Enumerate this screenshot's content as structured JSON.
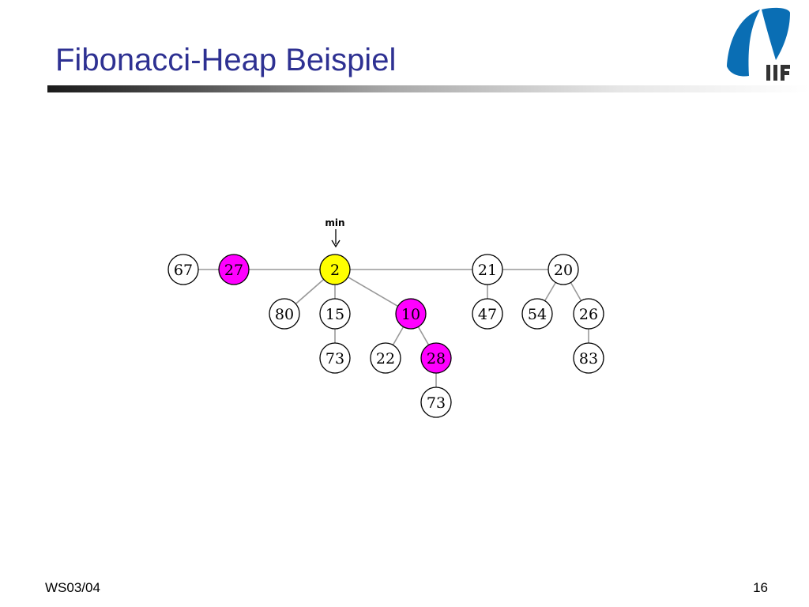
{
  "slide": {
    "title": "Fibonacci-Heap Beispiel",
    "footer_left": "WS03/04",
    "page_number": "16",
    "logo_text": "IIF"
  },
  "colors": {
    "title": "#2e3192",
    "marked": "#ff00ff",
    "min": "#ffff00",
    "normal": "#ffffff",
    "logo_blue": "#0a6eb4"
  },
  "diagram": {
    "min_pointer_label": "min",
    "nodes": [
      {
        "id": "n67",
        "key": "67",
        "state": "normal"
      },
      {
        "id": "n27",
        "key": "27",
        "state": "marked"
      },
      {
        "id": "n2",
        "key": "2",
        "state": "min"
      },
      {
        "id": "n21",
        "key": "21",
        "state": "normal"
      },
      {
        "id": "n20",
        "key": "20",
        "state": "normal"
      },
      {
        "id": "n80",
        "key": "80",
        "state": "normal"
      },
      {
        "id": "n15",
        "key": "15",
        "state": "normal"
      },
      {
        "id": "n10",
        "key": "10",
        "state": "marked"
      },
      {
        "id": "n47",
        "key": "47",
        "state": "normal"
      },
      {
        "id": "n54",
        "key": "54",
        "state": "normal"
      },
      {
        "id": "n26",
        "key": "26",
        "state": "normal"
      },
      {
        "id": "n73a",
        "key": "73",
        "state": "normal"
      },
      {
        "id": "n22",
        "key": "22",
        "state": "normal"
      },
      {
        "id": "n28",
        "key": "28",
        "state": "marked"
      },
      {
        "id": "n83",
        "key": "83",
        "state": "normal"
      },
      {
        "id": "n73b",
        "key": "73",
        "state": "normal"
      }
    ],
    "root_list": [
      "n67",
      "n27",
      "n2",
      "n21",
      "n20"
    ],
    "edges": [
      [
        "n2",
        "n80"
      ],
      [
        "n2",
        "n15"
      ],
      [
        "n2",
        "n10"
      ],
      [
        "n15",
        "n73a"
      ],
      [
        "n10",
        "n22"
      ],
      [
        "n10",
        "n28"
      ],
      [
        "n28",
        "n73b"
      ],
      [
        "n21",
        "n47"
      ],
      [
        "n20",
        "n54"
      ],
      [
        "n20",
        "n26"
      ],
      [
        "n26",
        "n83"
      ]
    ]
  }
}
